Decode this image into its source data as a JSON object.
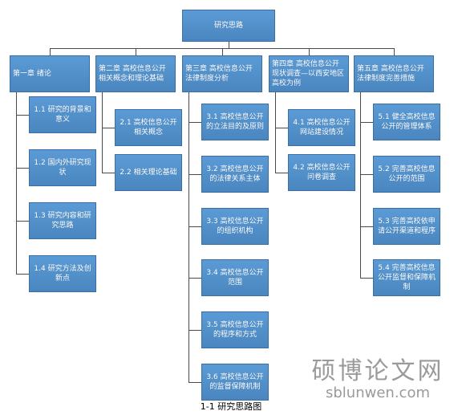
{
  "root": "研究思路",
  "chapters": [
    {
      "label": "第一章 绪论",
      "sections": [
        "1.1 研究的背景和意义",
        "1.2 国内外研究现状",
        "1.3 研究内容和研究思路",
        "1.4 研究方法及创新点"
      ]
    },
    {
      "label": "第二章 高校信息公开相关概念和理论基础",
      "sections": [
        "2.1 高校信息公开相关概念",
        "2.2 相关理论基础"
      ]
    },
    {
      "label": "第三章 高校信息公开法律制度分析",
      "sections": [
        "3.1 高校信息公开的立法目的及原则",
        "3.2 高校信息公开的法律关系主体",
        "3.3 高校信息公开的组织机构",
        "3.4 高校信息公开范围",
        "3.5 高校信息公开的程序和方式",
        "3.6 高校信息公开的监督保障机制"
      ]
    },
    {
      "label": "第四章 高校信息公开现状调查—以西安地区高校为例",
      "sections": [
        "4.1 高校信息公开网站建设情况",
        "4.2 高校信息公开问卷调查"
      ]
    },
    {
      "label": "第五章 高校信息公开法律制度完善措施",
      "sections": [
        "5.1 健全高校信息公开的管理体系",
        "5.2 完善高校信息公开的范围",
        "5.3 完善高校依申请公开渠道和程序",
        "5.4 完善高校信息公开监督和保障机制"
      ]
    }
  ],
  "caption": "1-1 研究思路图",
  "watermark": {
    "chinese": "硕博论文网",
    "url": "sblunwen.com"
  }
}
